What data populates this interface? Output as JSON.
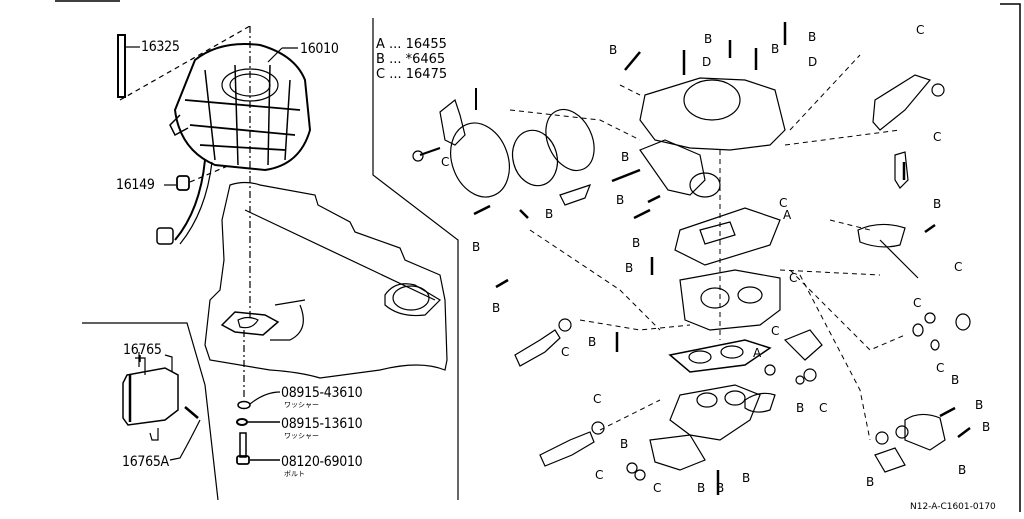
{
  "diagram": {
    "type": "exploded-parts-diagram",
    "subject": "carburetor assembly",
    "colors": {
      "ink": "#000000",
      "paper": "#ffffff"
    },
    "legend": [
      {
        "key": "A",
        "dots": "...",
        "part": "16455"
      },
      {
        "key": "B",
        "dots": "...",
        "part": "*6465"
      },
      {
        "key": "C",
        "dots": "...",
        "part": "16475"
      }
    ],
    "left_callouts": {
      "stud": "16325",
      "carburetor_assy": "16010",
      "connector": "16149",
      "bracket": "16765",
      "bracket_screw": "16765A",
      "washer_1": {
        "part": "08915-43610",
        "note": "ワッシャー"
      },
      "washer_2": {
        "part": "08915-13610",
        "note": "ワッシャー"
      },
      "bolt": {
        "part": "08120-69010",
        "note": "ボルト"
      }
    },
    "kit_letters": [
      "B",
      "D",
      "B",
      "B",
      "B",
      "D",
      "C",
      "C",
      "C",
      "B",
      "B",
      "B",
      "B",
      "B",
      "B",
      "C",
      "A",
      "C",
      "B",
      "B",
      "C",
      "C",
      "C",
      "B",
      "C",
      "A",
      "C",
      "B",
      "C",
      "C",
      "B",
      "B",
      "B",
      "B",
      "C",
      "B",
      "C",
      "B",
      "B",
      "B",
      "B"
    ],
    "figure_code": "N12-A-C1601-0170"
  }
}
